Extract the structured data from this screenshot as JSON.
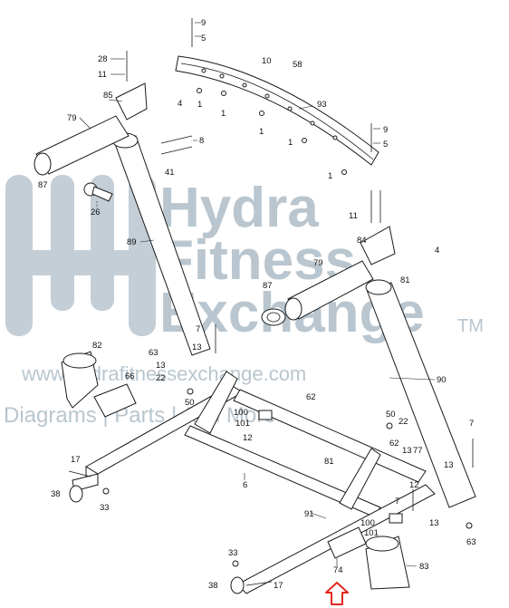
{
  "watermark": {
    "brand_line1": "Hydra",
    "brand_line2": "Fitness",
    "brand_line3": "Exchange",
    "trademark": "TM",
    "url": "www.hydrafitnessexchange.com",
    "tagline": "Diagrams | Parts | And More",
    "colors": {
      "logo": "#c4ced6",
      "text": "#b9c6cf"
    }
  },
  "callouts": [
    {
      "id": "c9a",
      "label": "9"
    },
    {
      "id": "c5a",
      "label": "5"
    },
    {
      "id": "c10",
      "label": "10"
    },
    {
      "id": "c58",
      "label": "58"
    },
    {
      "id": "c28",
      "label": "28"
    },
    {
      "id": "c11a",
      "label": "11"
    },
    {
      "id": "c85",
      "label": "85"
    },
    {
      "id": "c4a",
      "label": "4"
    },
    {
      "id": "c1a",
      "label": "1"
    },
    {
      "id": "c1b",
      "label": "1"
    },
    {
      "id": "c93",
      "label": "93"
    },
    {
      "id": "c79a",
      "label": "79"
    },
    {
      "id": "c1c",
      "label": "1"
    },
    {
      "id": "c9b",
      "label": "9"
    },
    {
      "id": "c5b",
      "label": "5"
    },
    {
      "id": "c1d",
      "label": "1"
    },
    {
      "id": "c8",
      "label": "8"
    },
    {
      "id": "c1e",
      "label": "1"
    },
    {
      "id": "c41",
      "label": "41"
    },
    {
      "id": "c87a",
      "label": "87"
    },
    {
      "id": "c26",
      "label": "26"
    },
    {
      "id": "c11b",
      "label": "11"
    },
    {
      "id": "c4b",
      "label": "4"
    },
    {
      "id": "c89",
      "label": "89"
    },
    {
      "id": "c84",
      "label": "84"
    },
    {
      "id": "c79b",
      "label": "79"
    },
    {
      "id": "c81a",
      "label": "81"
    },
    {
      "id": "c87b",
      "label": "87"
    },
    {
      "id": "c7a",
      "label": "7"
    },
    {
      "id": "c13a",
      "label": "13"
    },
    {
      "id": "c63a",
      "label": "63"
    },
    {
      "id": "c82",
      "label": "82"
    },
    {
      "id": "c13b",
      "label": "13"
    },
    {
      "id": "c66",
      "label": "66"
    },
    {
      "id": "c22a",
      "label": "22"
    },
    {
      "id": "c50a",
      "label": "50"
    },
    {
      "id": "c90",
      "label": "90"
    },
    {
      "id": "c62",
      "label": "62"
    },
    {
      "id": "c100a",
      "label": "100"
    },
    {
      "id": "c101a",
      "label": "101"
    },
    {
      "id": "c12a",
      "label": "12"
    },
    {
      "id": "c50b",
      "label": "50"
    },
    {
      "id": "c22b",
      "label": "22"
    },
    {
      "id": "c7b",
      "label": "7"
    },
    {
      "id": "c62b",
      "label": "62"
    },
    {
      "id": "c13c",
      "label": "13"
    },
    {
      "id": "c77",
      "label": "77"
    },
    {
      "id": "c17a",
      "label": "17"
    },
    {
      "id": "c81b",
      "label": "81"
    },
    {
      "id": "c13d",
      "label": "13"
    },
    {
      "id": "c6",
      "label": "6"
    },
    {
      "id": "c38a",
      "label": "38"
    },
    {
      "id": "c33a",
      "label": "33"
    },
    {
      "id": "c12b",
      "label": "12"
    },
    {
      "id": "c7c",
      "label": "7"
    },
    {
      "id": "c91",
      "label": "91"
    },
    {
      "id": "c100b",
      "label": "100"
    },
    {
      "id": "c101b",
      "label": "101"
    },
    {
      "id": "c13e",
      "label": "13"
    },
    {
      "id": "c63b",
      "label": "63"
    },
    {
      "id": "c33b",
      "label": "33"
    },
    {
      "id": "c74",
      "label": "74"
    },
    {
      "id": "c83",
      "label": "83"
    },
    {
      "id": "c38b",
      "label": "38"
    },
    {
      "id": "c17b",
      "label": "17"
    }
  ]
}
